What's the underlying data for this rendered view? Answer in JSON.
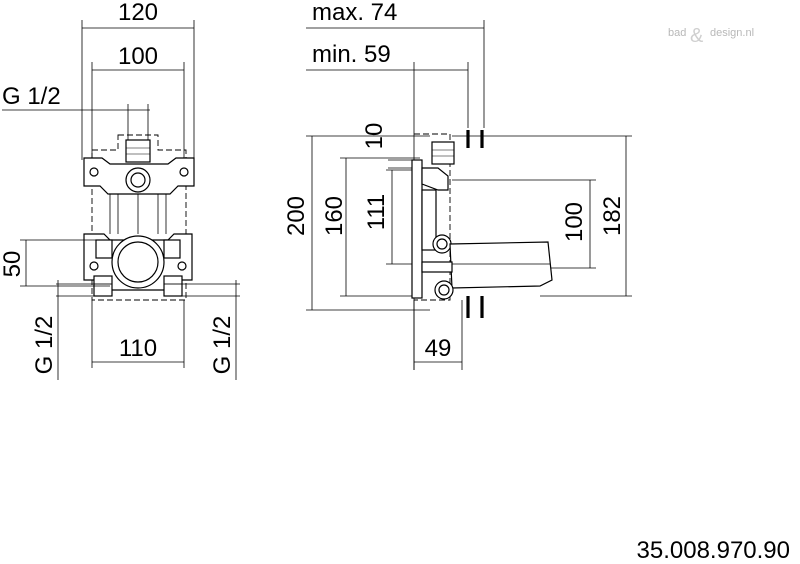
{
  "watermark": {
    "text_left": "bad",
    "amp": "&",
    "text_right": "design.nl"
  },
  "front_view": {
    "dim_width_outer": "120",
    "dim_width_inner": "100",
    "dim_thread_top": "G 1/2",
    "dim_height_lower": "50",
    "dim_bottom_width": "110",
    "dim_thread_left": "G 1/2",
    "dim_thread_right": "G 1/2"
  },
  "side_view": {
    "dim_depth_max": "max. 74",
    "dim_depth_min": "min. 59",
    "dim_10": "10",
    "dim_200": "200",
    "dim_160": "160",
    "dim_111": "111",
    "dim_100": "100",
    "dim_182": "182",
    "dim_49": "49"
  },
  "article_number": "35.008.970.90"
}
